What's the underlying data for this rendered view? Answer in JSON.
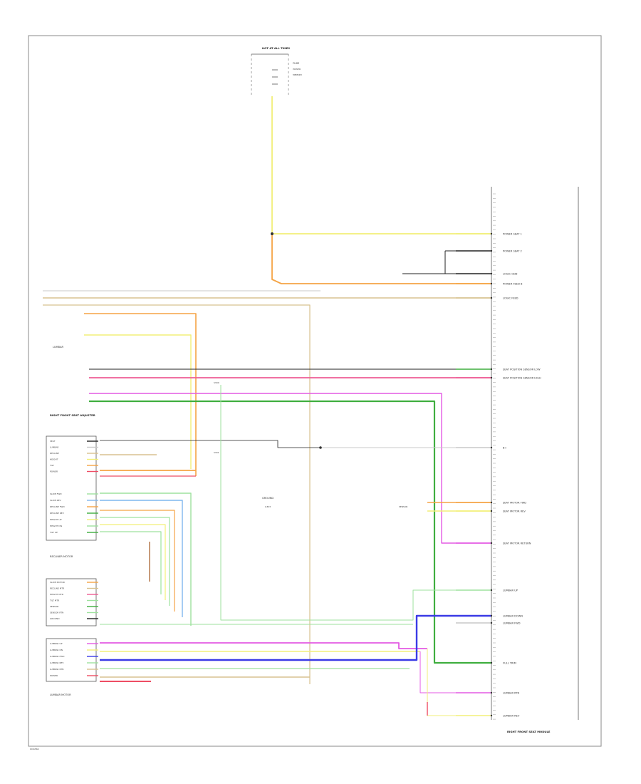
{
  "figure_code": "W16560",
  "colors": {
    "yellow": "#f2ef78",
    "orange": "#f5a445",
    "tan": "#d8c290",
    "red": "#ee4d64",
    "pink": "#ee5c95",
    "green": "#3fae3f",
    "lightgreen": "#9ee29e",
    "blue": "#3a3ae6",
    "lightblue": "#7fb7ee",
    "magenta": "#e45ae4",
    "gray": "#c9c9c9",
    "black": "#222222",
    "brown": "#b07040"
  },
  "labels": {
    "hot_at_all_times": "HOT AT ALL TIMES",
    "fuse_note": "FUSE",
    "ground_note": "GROUND",
    "lumbar_note": "LUMBAR",
    "front_seat_note": "RIGHT FRONT SEAT ADJUSTER",
    "module_name": "RIGHT FRONT SEAT MODULE",
    "lumbar_motor": "LUMBAR MOTOR",
    "recliner_motor": "RECLINER MOTOR",
    "ground_point": "G303",
    "splice_a": "S300",
    "splice_b": "S301",
    "memory_note": "MEMORY",
    "power_note": "POWER",
    "sensor_note": "SENSOR"
  },
  "module_pins": [
    {
      "label": "POWER SEAT 1",
      "color": "yellow"
    },
    {
      "label": "POWER SEAT 2",
      "color": "black"
    },
    {
      "label": "LOGIC GND",
      "color": "black"
    },
    {
      "label": "POWER FEED B",
      "color": "orange"
    },
    {
      "label": "LOGIC FEED",
      "color": "tan"
    },
    {
      "label": "SEAT POSITION SENSOR LOW",
      "color": "green"
    },
    {
      "label": "SEAT POSITION SENSOR HIGH",
      "color": "pink"
    },
    {
      "label": "B+",
      "color": "gray"
    },
    {
      "label": "SEAT MOTOR FWD",
      "color": "orange"
    },
    {
      "label": "SEAT MOTOR REV",
      "color": "yellow"
    },
    {
      "label": "SEAT MOTOR RETURN",
      "color": "magenta"
    },
    {
      "label": "LUMBAR UP",
      "color": "lightgreen"
    },
    {
      "label": "LUMBAR DOWN",
      "color": "blue"
    },
    {
      "label": "LUMBAR FWD",
      "color": "gray"
    },
    {
      "label": "FULL TRIM",
      "color": "green"
    },
    {
      "label": "LUMBAR RTN",
      "color": "magenta"
    },
    {
      "label": "LUMBAR REV",
      "color": "yellow"
    }
  ],
  "switch_rows": [
    {
      "label": "SEAT",
      "color": "black"
    },
    {
      "label": "LUMBAR",
      "color": "gray"
    },
    {
      "label": "RECLINE",
      "color": "tan"
    },
    {
      "label": "HEIGHT",
      "color": "yellow"
    },
    {
      "label": "TILT",
      "color": "orange"
    },
    {
      "label": "POWER",
      "color": "red"
    }
  ],
  "memory_rows": [
    {
      "label": "SLIDE FWD",
      "color": "lightgreen"
    },
    {
      "label": "SLIDE REV",
      "color": "lightblue"
    },
    {
      "label": "RECLINE FWD",
      "color": "orange"
    },
    {
      "label": "RECLINE REV",
      "color": "green"
    },
    {
      "label": "HEIGHT UP",
      "color": "yellow"
    },
    {
      "label": "HEIGHT DN",
      "color": "lightgreen"
    },
    {
      "label": "TILT UP",
      "color": "green"
    }
  ],
  "motor_rows": [
    {
      "label": "SLIDE MOTOR",
      "color": "orange"
    },
    {
      "label": "RECLINE MTR",
      "color": "tan"
    },
    {
      "label": "HEIGHT MTR",
      "color": "pink"
    },
    {
      "label": "TILT MTR",
      "color": "lightgreen"
    },
    {
      "label": "SENSOR",
      "color": "green"
    },
    {
      "label": "SENSOR RTN",
      "color": "lightgreen"
    },
    {
      "label": "GROUND",
      "color": "black"
    }
  ],
  "lumbar_rows": [
    {
      "label": "LUMBAR UP",
      "color": "magenta"
    },
    {
      "label": "LUMBAR DN",
      "color": "yellow"
    },
    {
      "label": "LUMBAR FWD",
      "color": "blue"
    },
    {
      "label": "LUMBAR REV",
      "color": "lightgreen"
    },
    {
      "label": "LUMBAR RTN",
      "color": "tan"
    },
    {
      "label": "POWER",
      "color": "red"
    }
  ]
}
